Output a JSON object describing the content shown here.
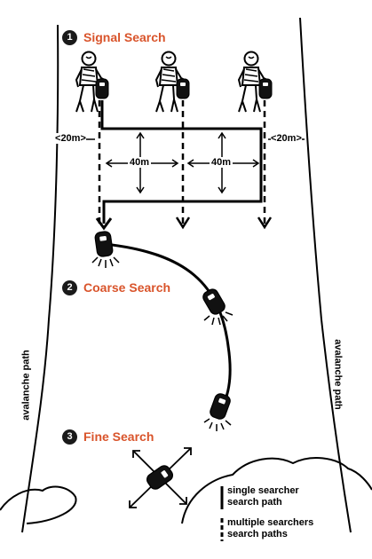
{
  "steps": [
    {
      "number": "1",
      "title": "Signal Search"
    },
    {
      "number": "2",
      "title": "Coarse Search"
    },
    {
      "number": "3",
      "title": "Fine Search"
    }
  ],
  "dimensions": {
    "left_edge": "20m",
    "right_edge": "20m",
    "spacing_left": "40m",
    "spacing_right": "40m"
  },
  "side_labels": {
    "left": "avalanche path",
    "right": "avalanche path"
  },
  "legend": {
    "single": {
      "line1": "single searcher",
      "line2": "search path"
    },
    "multiple": {
      "line1": "multiple searchers",
      "line2": "search paths"
    }
  },
  "colors": {
    "accent": "#d9542b",
    "ink": "#000000",
    "paper": "#ffffff"
  },
  "icons": [
    "searcher-figure-icon",
    "beacon-icon",
    "signal-rays-icon",
    "arrow-icon",
    "snow-mound-icon"
  ]
}
